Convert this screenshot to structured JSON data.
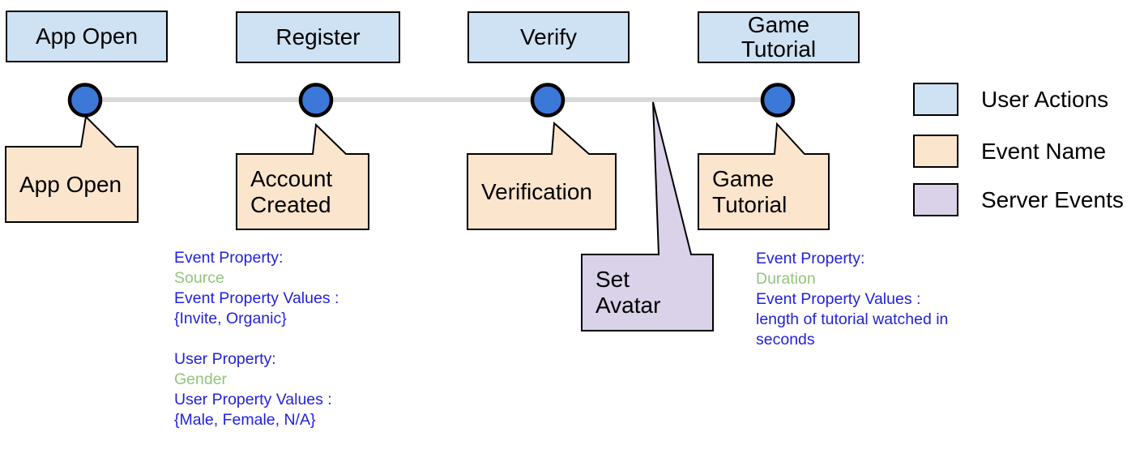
{
  "colors": {
    "user_action_fill": "#cfe2f3",
    "event_name_fill": "#fce5cd",
    "server_event_fill": "#d9d2e9",
    "marker_fill": "#3c78d8",
    "timeline_line": "#d9d9d9",
    "outline": "#000000",
    "annotation_blue": "#2222dd",
    "annotation_green": "#93c47d"
  },
  "user_actions": [
    {
      "lines": [
        "App Open"
      ]
    },
    {
      "lines": [
        "Register"
      ]
    },
    {
      "lines": [
        "Verify"
      ]
    },
    {
      "lines": [
        "Game",
        "Tutorial"
      ]
    }
  ],
  "event_names": [
    {
      "lines": [
        "App Open"
      ]
    },
    {
      "lines": [
        "Account",
        "Created"
      ]
    },
    {
      "lines": [
        "Verification"
      ]
    },
    {
      "lines": [
        "Game",
        "Tutorial"
      ]
    }
  ],
  "server_events": [
    {
      "lines": [
        "Set",
        "Avatar"
      ]
    }
  ],
  "annotations": {
    "account_created": {
      "lines": [
        {
          "text": "Event Property:",
          "tone": "blue"
        },
        {
          "text": "Source",
          "tone": "green"
        },
        {
          "text": "Event Property Values :",
          "tone": "blue"
        },
        {
          "text": "{Invite, Organic}",
          "tone": "blue"
        },
        {
          "text": "",
          "tone": "blue"
        },
        {
          "text": "User Property:",
          "tone": "blue"
        },
        {
          "text": "Gender",
          "tone": "green"
        },
        {
          "text": "User Property Values :",
          "tone": "blue"
        },
        {
          "text": "{Male, Female, N/A}",
          "tone": "blue"
        }
      ]
    },
    "game_tutorial": {
      "lines": [
        {
          "text": "Event Property:",
          "tone": "blue"
        },
        {
          "text": "Duration",
          "tone": "green"
        },
        {
          "text": "Event Property Values :",
          "tone": "blue"
        },
        {
          "text": "length of tutorial watched in",
          "tone": "blue"
        },
        {
          "text": "seconds",
          "tone": "blue"
        }
      ]
    }
  },
  "legend": {
    "items": [
      {
        "label": "User Actions"
      },
      {
        "label": "Event Name"
      },
      {
        "label": "Server Events"
      }
    ]
  }
}
